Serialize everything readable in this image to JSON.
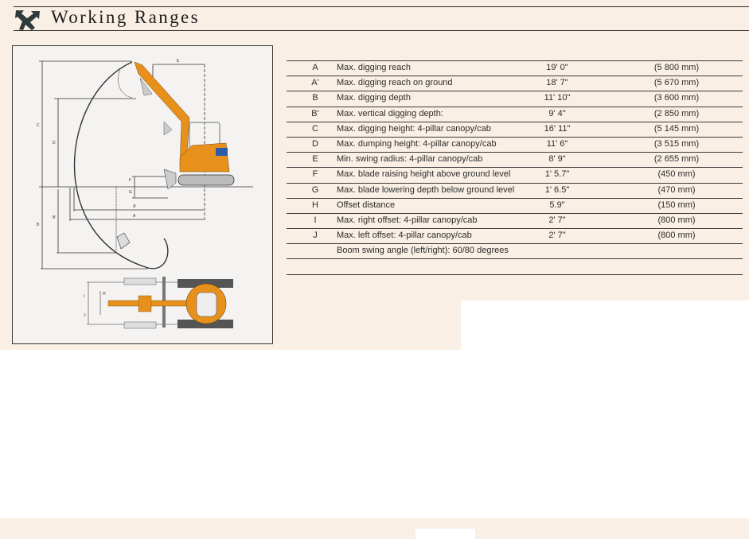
{
  "header": {
    "title": "Working Ranges",
    "logo_icon": "excavator-arrows-icon"
  },
  "diagram": {
    "labels": {
      "A": "A",
      "A_prime": "A'",
      "B": "B",
      "B_prime": "B'",
      "C": "C",
      "D": "D",
      "E": "E",
      "F": "F",
      "G": "G",
      "H": "H",
      "I": "I",
      "J": "J"
    },
    "colors": {
      "machine": "#e8901c",
      "lines": "#333333"
    }
  },
  "specs": [
    {
      "key": "A",
      "description": "Max. digging reach",
      "imperial": "19' 0\"",
      "metric": "(5 800 mm)"
    },
    {
      "key": "A'",
      "description": "Max. digging reach on ground",
      "imperial": "18' 7\"",
      "metric": "(5 670 mm)"
    },
    {
      "key": "B",
      "description": "Max. digging depth",
      "imperial": "11' 10\"",
      "metric": "(3 600 mm)"
    },
    {
      "key": "B'",
      "description": "Max. vertical digging depth:",
      "imperial": "9' 4\"",
      "metric": "(2 850 mm)"
    },
    {
      "key": "C",
      "description": "Max. digging height: 4-pillar canopy/cab",
      "imperial": "16' 11\"",
      "metric": "(5 145 mm)"
    },
    {
      "key": "D",
      "description": "Max. dumping height: 4-pillar canopy/cab",
      "imperial": "11' 6\"",
      "metric": "(3 515 mm)"
    },
    {
      "key": "E",
      "description": "Min. swing radius: 4-pillar canopy/cab",
      "imperial": "8' 9\"",
      "metric": "(2 655 mm)"
    },
    {
      "key": "F",
      "description": "Max. blade raising height above ground level",
      "imperial": "1' 5.7\"",
      "metric": "(450 mm)"
    },
    {
      "key": "G",
      "description": "Max. blade lowering depth below ground level",
      "imperial": "1' 6.5\"",
      "metric": "(470 mm)"
    },
    {
      "key": "H",
      "description": "Offset distance",
      "imperial": "5.9\"",
      "metric": "(150 mm)"
    },
    {
      "key": "I",
      "description": "Max. right offset: 4-pillar canopy/cab",
      "imperial": "2' 7\"",
      "metric": "(800 mm)"
    },
    {
      "key": "J",
      "description": "Max. left offset: 4-pillar canopy/cab",
      "imperial": "2' 7\"",
      "metric": "(800 mm)"
    },
    {
      "key": "",
      "description": "Boom swing angle (left/right): 60/80 degrees",
      "imperial": "",
      "metric": ""
    },
    {
      "key": "",
      "description": "",
      "imperial": "",
      "metric": ""
    }
  ]
}
